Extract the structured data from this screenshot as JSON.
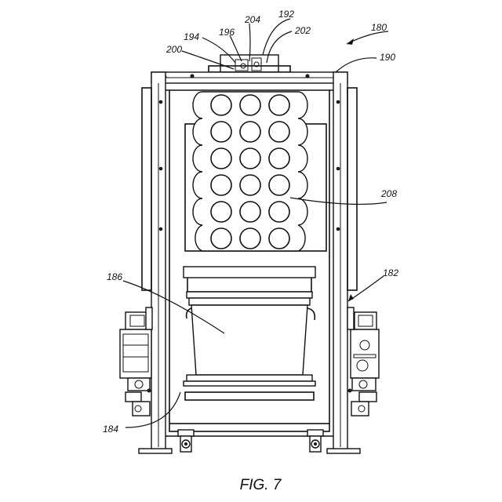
{
  "figure": {
    "caption": "FIG. 7",
    "refs": {
      "r180": "180",
      "r190": "190",
      "r192": "192",
      "r194": "194",
      "r196": "196",
      "r200": "200",
      "r202": "202",
      "r204": "204",
      "r208": "208",
      "r186": "186",
      "r182": "182",
      "r184": "184"
    }
  }
}
